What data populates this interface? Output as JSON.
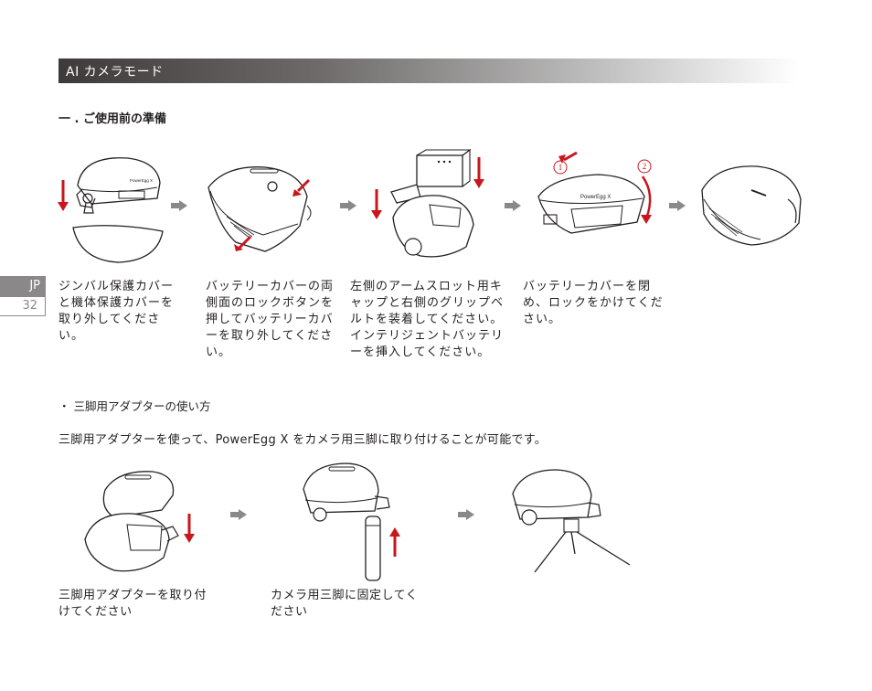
{
  "header": {
    "title": "AI カメラモード"
  },
  "section": {
    "title": "一 . ご使用前の準備"
  },
  "side_tab": {
    "lang": "JP",
    "page": "32"
  },
  "steps": [
    {
      "text": "ジンバル保護カバーと機体保護カバーを取り外してください。"
    },
    {
      "text": "バッテリーカバーの両側面のロックボタンを押してバッテリーカバーを取り外してください。"
    },
    {
      "text": "左側のアームスロット用キャップと右側のグリップベルトを装着してください。インテリジェントバッテリーを挿入してください。"
    },
    {
      "text": "バッテリーカバーを閉め、ロックをかけてください。"
    }
  ],
  "figure_labels": {
    "brand": "PowerEgg X",
    "num1": "1",
    "num2": "2"
  },
  "tripod": {
    "title": "・ 三脚用アダプターの使い方",
    "intro": "三脚用アダプターを使って、PowerEgg X をカメラ用三脚に取り付けることが可能です。",
    "steps": [
      {
        "text": "三脚用アダプターを取り付けてください"
      },
      {
        "text": "カメラ用三脚に固定してください"
      }
    ]
  },
  "colors": {
    "accent_red": "#c8161d",
    "arrow_gray": "#8a8889"
  }
}
